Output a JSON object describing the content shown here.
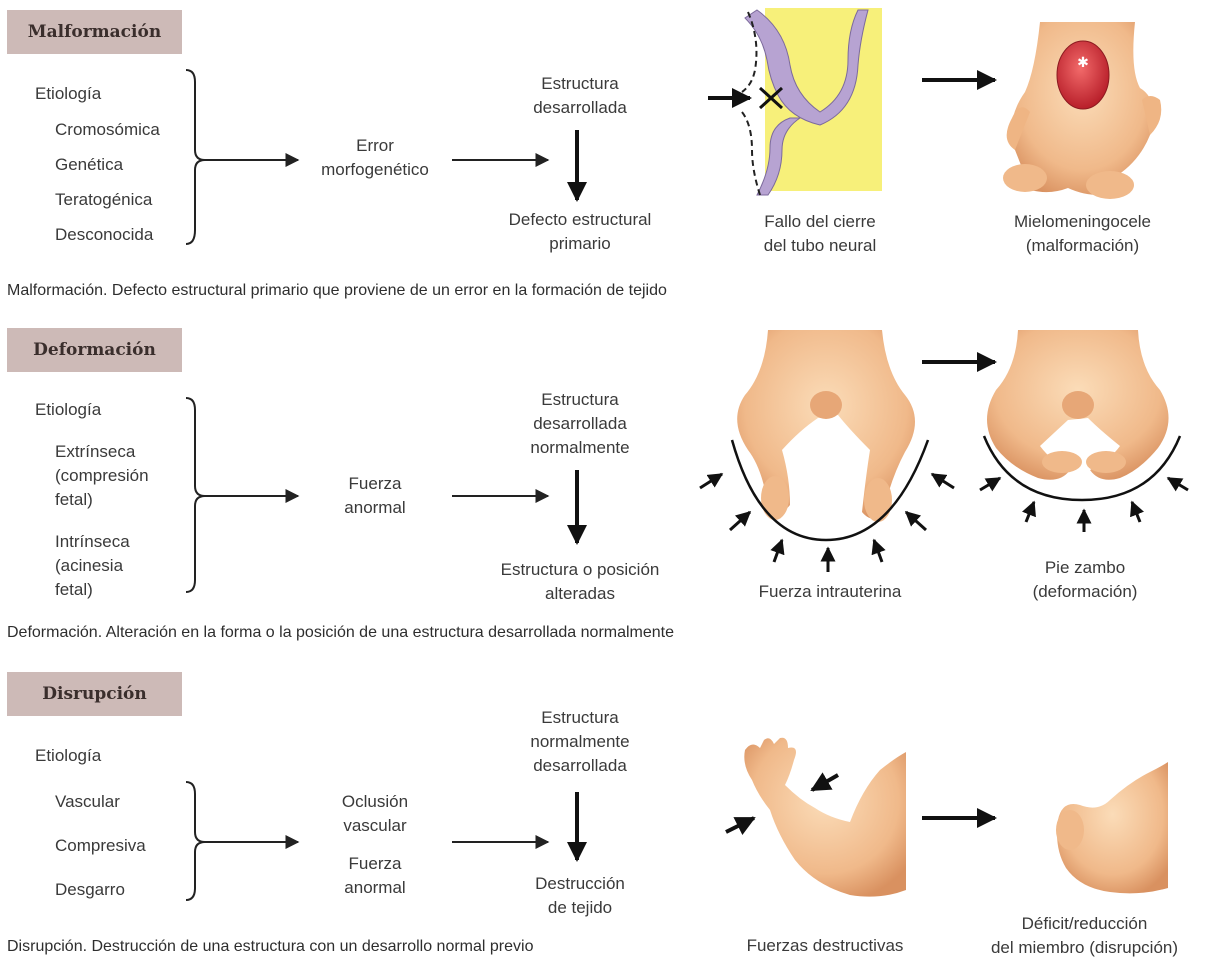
{
  "sections": {
    "malformacion": {
      "header": "Malformación",
      "etiology_title": "Etiología",
      "etiologies": [
        "Cromosómica",
        "Genética",
        "Teratogénica",
        "Desconocida"
      ],
      "mechanism": [
        "Error",
        "morfogenético"
      ],
      "structure_top": [
        "Estructura",
        "desarrollada"
      ],
      "result": [
        "Defecto estructural",
        "primario"
      ],
      "illus1_caption": [
        "Fallo del cierre",
        "del tubo neural"
      ],
      "illus2_caption": [
        "Mielomeningocele",
        "(malformación)"
      ],
      "caption": "Malformación. Defecto estructural primario que proviene de un error en la formación de tejido"
    },
    "deformacion": {
      "header": "Deformación",
      "etiology_title": "Etiología",
      "etiologies": [
        [
          "Extrínseca",
          "(compresión",
          "fetal)"
        ],
        [
          "Intrínseca",
          "(acinesia",
          "fetal)"
        ]
      ],
      "mechanism": [
        "Fuerza",
        "anormal"
      ],
      "structure_top": [
        "Estructura",
        "desarrollada",
        "normalmente"
      ],
      "result": [
        "Estructura o posición",
        "alteradas"
      ],
      "illus1_caption": "Fuerza intrauterina",
      "illus2_caption": [
        "Pie zambo",
        "(deformación)"
      ],
      "caption": "Deformación. Alteración en la forma o la posición de una estructura desarrollada normalmente"
    },
    "disrupcion": {
      "header": "Disrupción",
      "etiology_title": "Etiología",
      "etiologies": [
        "Vascular",
        "Compresiva",
        "Desgarro"
      ],
      "mechanism_a": [
        "Oclusión",
        "vascular"
      ],
      "mechanism_b": [
        "Fuerza",
        "anormal"
      ],
      "structure_top": [
        "Estructura",
        "normalmente",
        "desarrollada"
      ],
      "result": [
        "Destrucción",
        "de tejido"
      ],
      "illus1_caption": "Fuerzas destructivas",
      "illus2_caption": [
        "Déficit/reducción",
        "del miembro (disrupción)"
      ],
      "caption": "Disrupción. Destrucción de una estructura con un desarrollo normal previo"
    }
  },
  "colors": {
    "header_bg": "#cdbab7",
    "skin": "#f3c49a",
    "skin_dark": "#d89868",
    "tissue_yellow": "#f7f07a",
    "tissue_purple": "#b7a3d2",
    "lesion_red": "#d9363c"
  }
}
